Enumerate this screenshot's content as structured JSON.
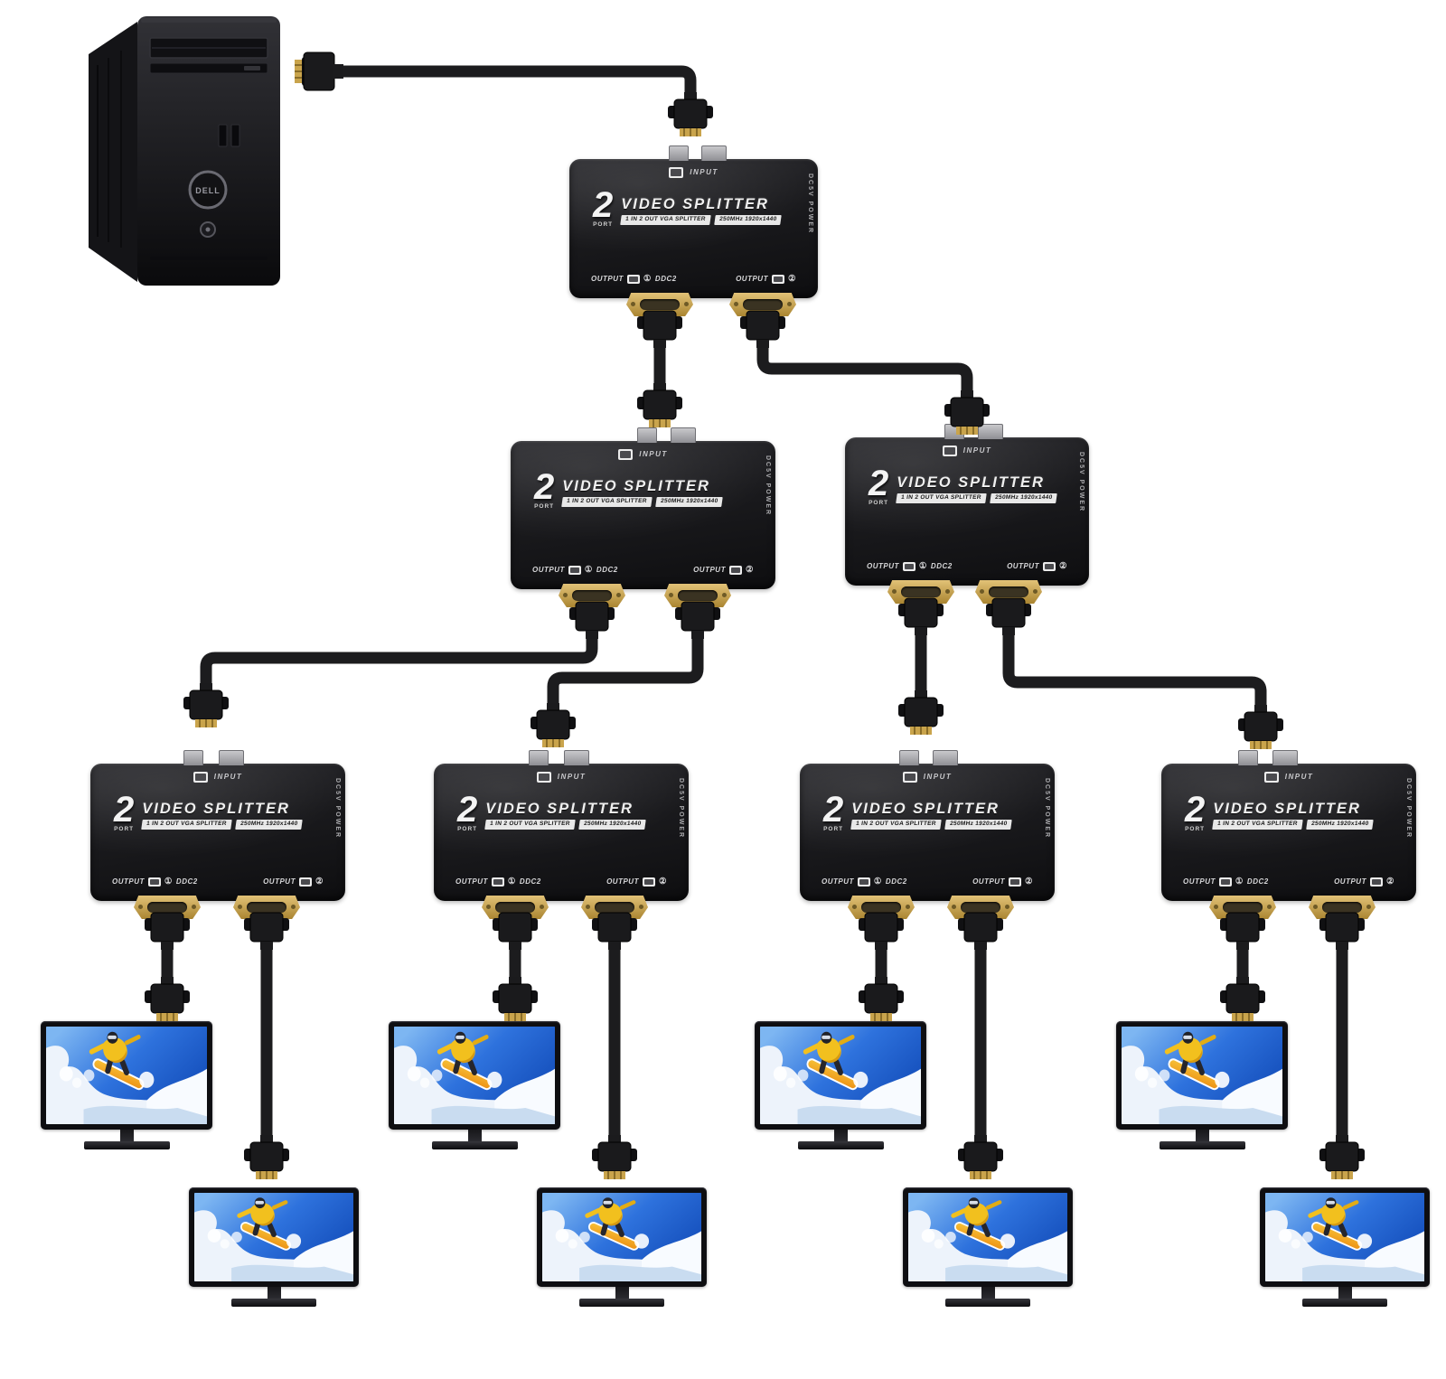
{
  "pc": {
    "brand": "DELL"
  },
  "splitter": {
    "badge_number": "2",
    "badge_suffix": "PORT",
    "title": "VIDEO SPLITTER",
    "subtitle_left": "1 IN 2 OUT VGA SPLITTER",
    "subtitle_right": "250MHz 1920x1440",
    "input_label": "INPUT",
    "output_label": "OUTPUT",
    "output1_num": "①",
    "ddc_label": "DDC2",
    "output2_num": "②",
    "power_label": "DC5V POWER"
  },
  "colors": {
    "cable": "#1c1c1e",
    "connector_gold": "#c9a44c",
    "splitter_body": "#1a1a1d",
    "screen_blue": "#2e72dd"
  }
}
